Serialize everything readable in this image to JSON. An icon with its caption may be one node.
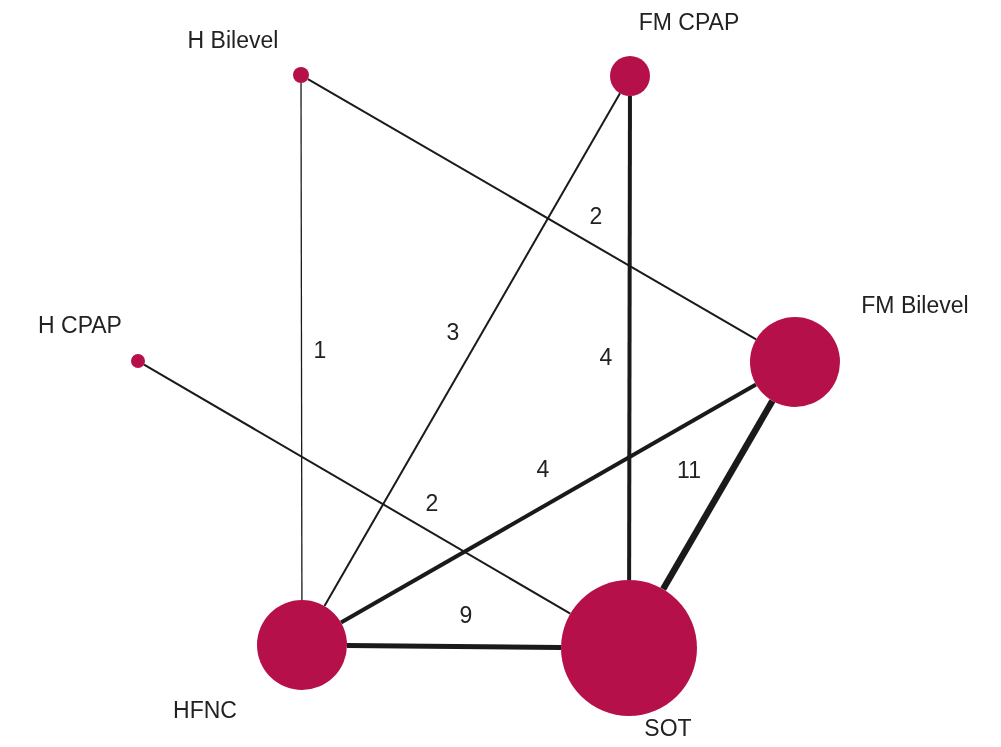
{
  "diagram": {
    "nodes": [
      {
        "text": [
          "H Bilevel"
        ]
      },
      {
        "text": [
          "FM CPAP"
        ]
      },
      {
        "text": [
          "H CPAP"
        ]
      },
      {
        "text": [
          "FM Bilevel"
        ]
      },
      {
        "text": [
          "HFNC"
        ]
      },
      {
        "text": [
          "SOT"
        ]
      }
    ],
    "edges": [
      {
        "from": 0,
        "to": 4,
        "arrow": "none",
        "label": "1"
      },
      {
        "from": 0,
        "to": 3,
        "arrow": "none",
        "label": "2"
      },
      {
        "from": 1,
        "to": 4,
        "arrow": "none",
        "label": "3"
      },
      {
        "from": 1,
        "to": 5,
        "arrow": "none",
        "label": "4",
        "style": "thick"
      },
      {
        "from": 2,
        "to": 5,
        "arrow": "none",
        "label": "2"
      },
      {
        "from": 4,
        "to": 3,
        "arrow": "none",
        "label": "4",
        "style": "thick"
      },
      {
        "from": 3,
        "to": 5,
        "arrow": "none",
        "label": "11",
        "style": "thick"
      },
      {
        "from": 4,
        "to": 5,
        "arrow": "none",
        "label": "9",
        "style": "thick"
      }
    ]
  }
}
